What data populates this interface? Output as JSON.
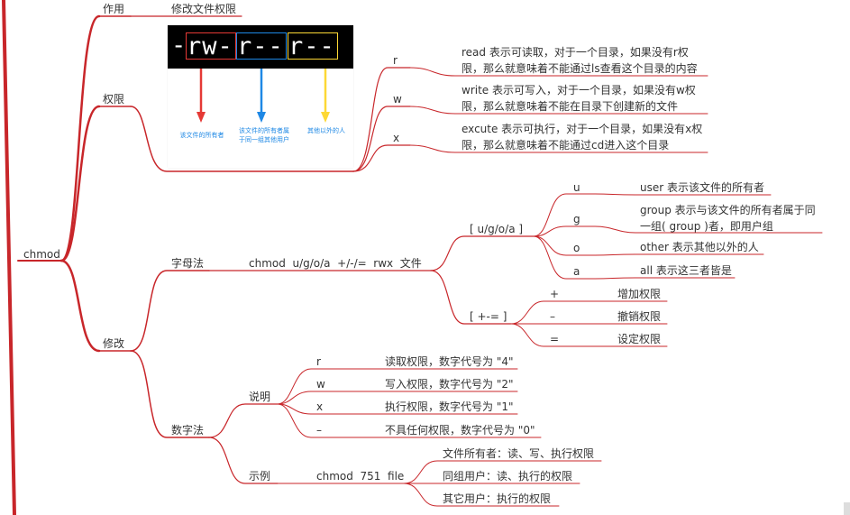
{
  "root": {
    "label": "chmod"
  },
  "purpose": {
    "label": "作用",
    "value": "修改文件权限"
  },
  "permissions": {
    "label": "权限",
    "image": {
      "dash": "-",
      "owner": "rw-",
      "group": "r--",
      "other": "r--",
      "owner_caption": "该文件的所有者",
      "group_caption": "该文件的所有者属于同一组其他用户",
      "other_caption": "其他以外的人",
      "colors": {
        "owner": "#e53935",
        "group": "#1e88e5",
        "other": "#fdd835"
      }
    },
    "items": [
      {
        "key": "r",
        "desc": "read 表示可读取，对于一个目录，如果没有r权限，那么就意味着不能通过ls查看这个目录的内容"
      },
      {
        "key": "w",
        "desc": "write 表示可写入，对于一个目录，如果没有w权限，那么就意味着不能在目录下创建新的文件"
      },
      {
        "key": "x",
        "desc": "excute 表示可执行，对于一个目录，如果没有x权限，那么就意味着不能通过cd进入这个目录"
      }
    ]
  },
  "modify": {
    "label": "修改",
    "letter": {
      "label": "字母法",
      "syntax": "chmod  u/g/o/a  +/-/=  rwx  文件",
      "who": {
        "label": "[ u/g/o/a ]",
        "items": [
          {
            "key": "u",
            "desc": "user 表示该文件的所有者"
          },
          {
            "key": "g",
            "desc": "group 表示与该文件的所有者属于同一组( group )者，即用户组"
          },
          {
            "key": "o",
            "desc": "other 表示其他以外的人"
          },
          {
            "key": "a",
            "desc": "all 表示这三者皆是"
          }
        ]
      },
      "ops": {
        "label": "[ +-= ]",
        "items": [
          {
            "key": "+",
            "desc": "增加权限"
          },
          {
            "key": "–",
            "desc": "撤销权限"
          },
          {
            "key": "=",
            "desc": "设定权限"
          }
        ]
      }
    },
    "numeric": {
      "label": "数字法",
      "explain": {
        "label": "说明",
        "items": [
          {
            "key": "r",
            "desc": "读取权限，数字代号为 \"4\""
          },
          {
            "key": "w",
            "desc": "写入权限，数字代号为 \"2\""
          },
          {
            "key": "x",
            "desc": "执行权限，数字代号为 \"1\""
          },
          {
            "key": "–",
            "desc": "不具任何权限，数字代号为 \"0\""
          }
        ]
      },
      "example": {
        "label": "示例",
        "command": "chmod  751  file",
        "items": [
          {
            "desc": "文件所有者：读、写、执行权限"
          },
          {
            "desc": "同组用户：读、执行的权限"
          },
          {
            "desc": "其它用户：执行的权限"
          }
        ]
      }
    }
  },
  "line_color": "#c8262a"
}
